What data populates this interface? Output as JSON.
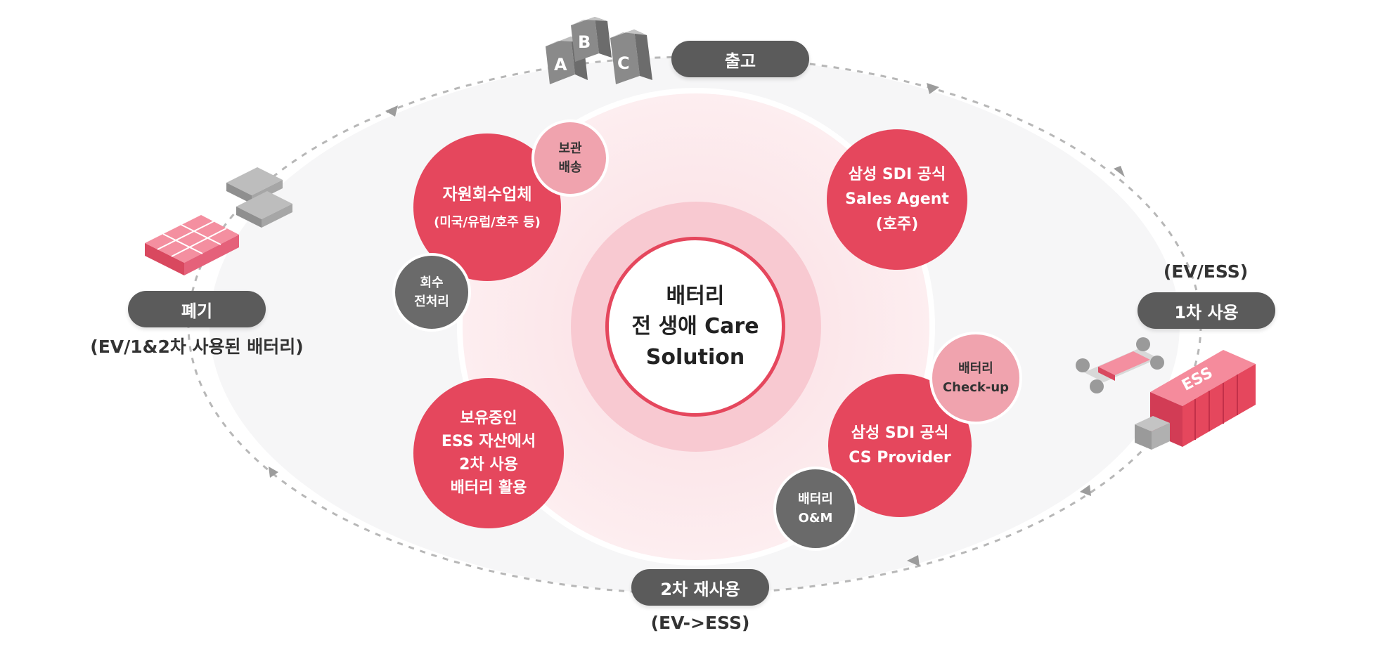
{
  "center": {
    "lines": [
      "배터리",
      "전 생애 Care",
      "Solution"
    ]
  },
  "stages": {
    "release": {
      "label": "출고"
    },
    "first_use": {
      "label": "1차 사용",
      "caption": "(EV/ESS)"
    },
    "second_reuse": {
      "label": "2차 재사용",
      "caption": "(EV->ESS)"
    },
    "disposal": {
      "label": "폐기",
      "caption": "(EV/1&2차 사용된 배터리)"
    }
  },
  "nodes": {
    "recycler": {
      "lines": [
        "자원회수업체",
        "(미국/유럽/호주 등)"
      ]
    },
    "sales_agent": {
      "lines": [
        "삼성 SDI 공식",
        "Sales Agent",
        "(호주)"
      ]
    },
    "ess_second": {
      "lines": [
        "보유중인",
        "ESS 자산에서",
        "2차 사용",
        "배터리 활용"
      ]
    },
    "cs_provider": {
      "lines": [
        "삼성 SDI 공식",
        "CS Provider"
      ]
    }
  },
  "badges": {
    "storage": {
      "lines": [
        "보관",
        "배송"
      ]
    },
    "pretreat": {
      "lines": [
        "회수",
        "전처리"
      ]
    },
    "checkup": {
      "lines": [
        "배터리",
        "Check-up"
      ]
    },
    "om": {
      "lines": [
        "배터리",
        "O&M"
      ]
    }
  },
  "illustrations": {
    "boxes": {
      "letters": [
        "A",
        "B",
        "C"
      ]
    },
    "ess_container": {
      "text": "ESS"
    }
  },
  "colors": {
    "accent_red": "#e5475d",
    "accent_pink": "#f0a3ae",
    "badge_gray": "#6a6a6a",
    "pill_gray": "#5b5b5b"
  }
}
